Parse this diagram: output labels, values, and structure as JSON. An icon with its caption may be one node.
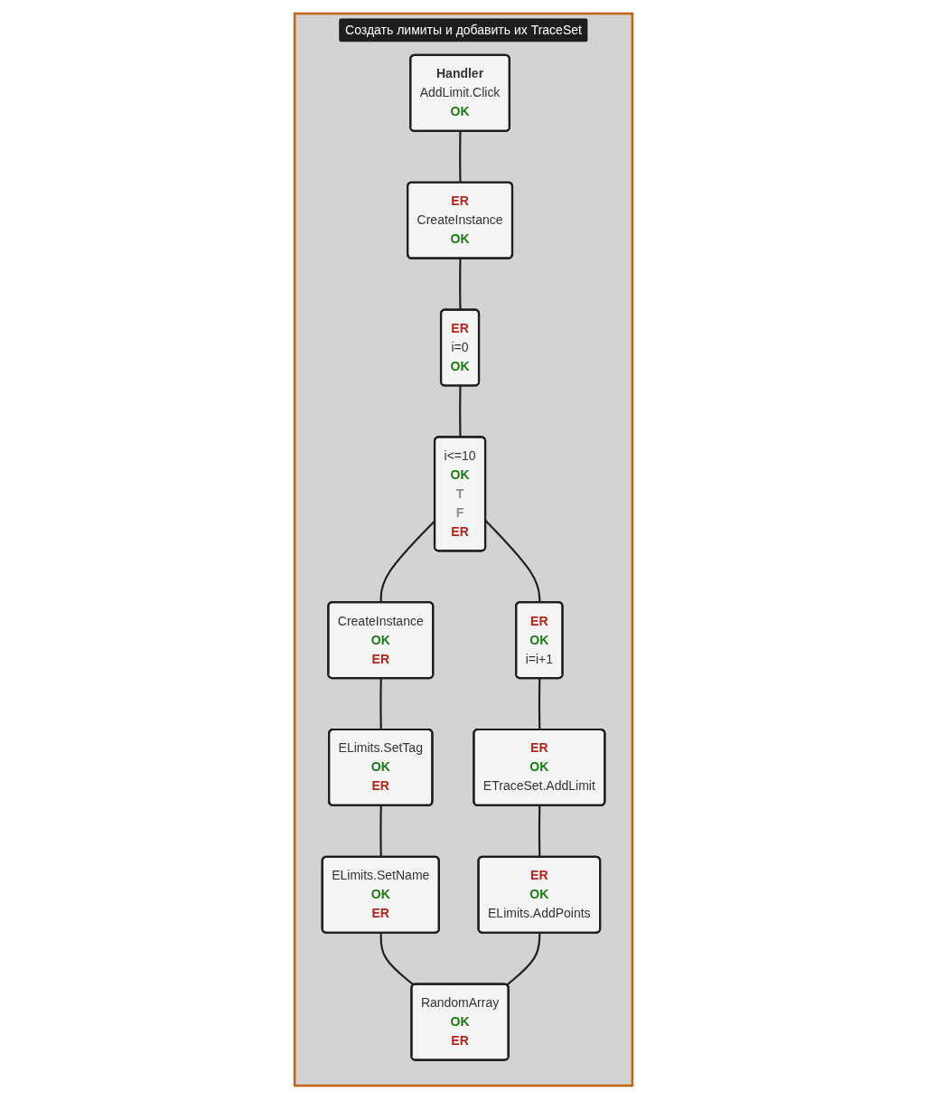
{
  "diagram": {
    "nodes": [
      {
        "text": [
          "Создать лимиты и добавить их TraceSet"
        ]
      },
      {
        "text": [
          "Handler",
          "AddLimit.Click",
          "OK"
        ],
        "in": 0
      },
      {
        "text": [
          "ER",
          "CreateInstance",
          "OK"
        ],
        "in": 0
      },
      {
        "text": [
          "ER",
          "i=0",
          "OK"
        ],
        "in": 0
      },
      {
        "text": [
          "ER",
          "OK",
          "i=i+1"
        ],
        "in": 0
      },
      {
        "text": [
          "i<=10",
          "OK",
          "T",
          "F",
          "ER"
        ],
        "in": 0
      },
      {
        "text": [
          "CreateInstance",
          "OK",
          "ER"
        ],
        "in": 0
      },
      {
        "text": [
          "ELimits.SetTag",
          "OK",
          "ER"
        ],
        "in": 0
      },
      {
        "text": [
          "ER",
          "OK",
          "ETraceSet.AddLimit"
        ],
        "in": 0
      },
      {
        "text": [
          "ELimits.SetName",
          "OK",
          "ER"
        ],
        "in": 0
      },
      {
        "text": [
          "ER",
          "OK",
          "ELimits.AddPoints"
        ],
        "in": 0
      },
      {
        "text": [
          "RandomArray",
          "OK",
          "ER"
        ],
        "in": 0
      }
    ],
    "edges": [
      {
        "from": 1,
        "to": 2,
        "arrow": "none"
      },
      {
        "from": 2,
        "to": 3,
        "arrow": "none"
      },
      {
        "from": 3,
        "to": 5,
        "arrow": "none"
      },
      {
        "from": 5,
        "to": 4,
        "arrow": "none"
      },
      {
        "from": 5,
        "to": 6,
        "arrow": "none"
      },
      {
        "from": 6,
        "to": 7,
        "arrow": "none"
      },
      {
        "from": 7,
        "to": 9,
        "arrow": "none"
      },
      {
        "from": 9,
        "to": 11,
        "arrow": "none"
      },
      {
        "from": 10,
        "to": 11,
        "arrow": "none"
      },
      {
        "from": 8,
        "to": 10,
        "arrow": "none"
      },
      {
        "from": 4,
        "to": 8,
        "arrow": "none"
      }
    ]
  }
}
